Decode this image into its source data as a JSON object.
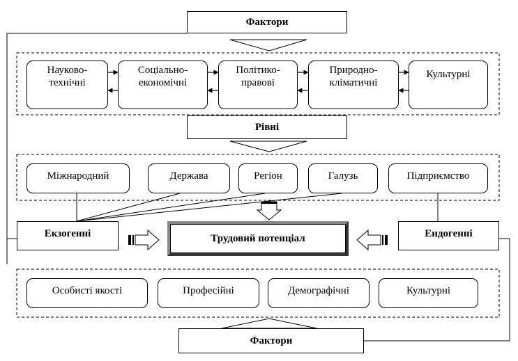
{
  "factors_top": "Фактори",
  "top_factors": [
    "Науково-\nтехнічні",
    "Соціально-\nекономічні",
    "Політико-\nправові",
    "Природно-\nкліматичні",
    "Культурні"
  ],
  "levels_label": "Рівні",
  "levels": [
    "Міжнародний",
    "Держава",
    "Регіон",
    "Галузь",
    "Підприємство"
  ],
  "exogenous": "Екзогенні",
  "center": "Трудовий потенціал",
  "endogenous": "Ендогенні",
  "bottom_factors": [
    "Особисті якості",
    "Професійні",
    "Демографічні",
    "Культурні"
  ],
  "factors_bottom": "Фактори"
}
